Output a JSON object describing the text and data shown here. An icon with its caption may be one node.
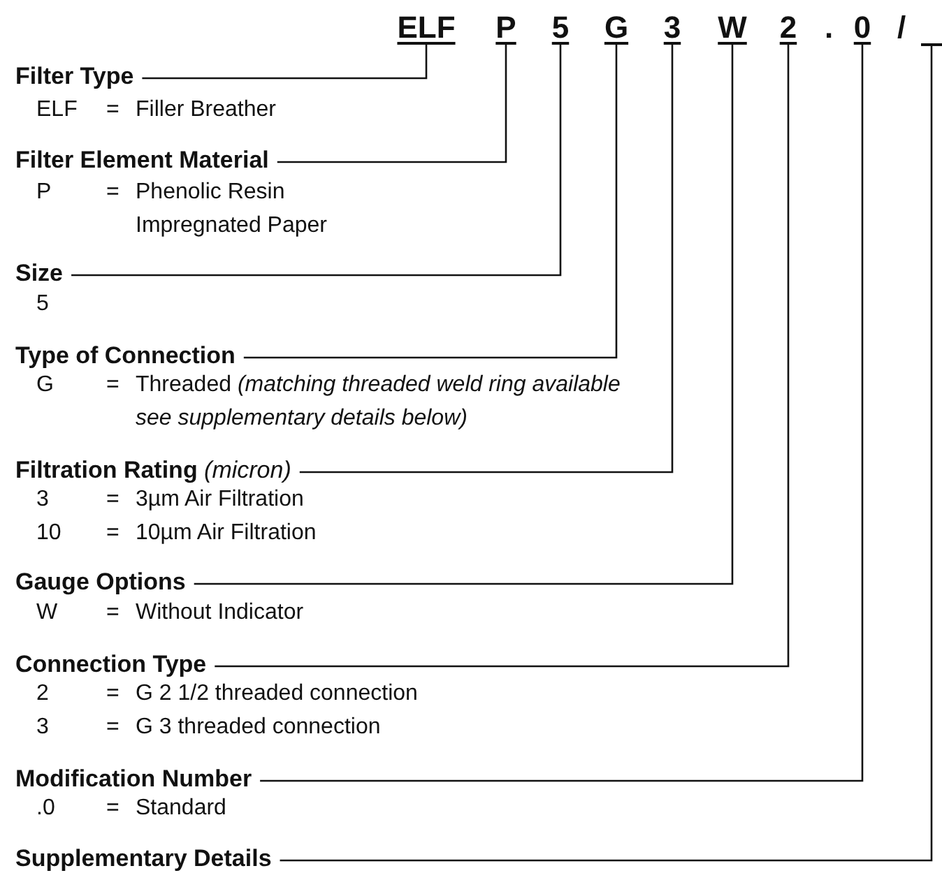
{
  "diagram": {
    "nodes": [
      {
        "text": [
          "ELF"
        ]
      },
      {
        "text": [
          "P"
        ]
      },
      {
        "text": [
          "5"
        ]
      },
      {
        "text": [
          "G"
        ]
      },
      {
        "text": [
          "3"
        ]
      },
      {
        "text": [
          "W"
        ]
      },
      {
        "text": [
          "2"
        ]
      },
      {
        "text": [
          "0"
        ]
      },
      {
        "text": [],
        "shape": "bar"
      },
      {
        "text": [
          "Filter Type"
        ]
      },
      {
        "text": [
          "Filter Element Material"
        ]
      },
      {
        "text": [
          "Size"
        ]
      },
      {
        "text": [
          "Type of Connection"
        ]
      },
      {
        "text": [
          "Filtration Rating *(micron)*"
        ]
      },
      {
        "text": [
          "Gauge Options"
        ]
      },
      {
        "text": [
          "Connection Type"
        ]
      },
      {
        "text": [
          "Modification Number"
        ]
      },
      {
        "text": [
          "Supplementary Details"
        ]
      }
    ],
    "edges": [
      {
        "from": 9,
        "to": 0,
        "arrow": "none"
      },
      {
        "from": 10,
        "to": 1,
        "arrow": "none"
      },
      {
        "from": 11,
        "to": 2,
        "arrow": "none"
      },
      {
        "from": 12,
        "to": 3,
        "arrow": "none"
      },
      {
        "from": 13,
        "to": 4,
        "arrow": "none"
      },
      {
        "from": 14,
        "to": 5,
        "arrow": "none"
      },
      {
        "from": 15,
        "to": 6,
        "arrow": "none"
      },
      {
        "from": 16,
        "to": 7,
        "arrow": "none"
      },
      {
        "from": 17,
        "to": 8,
        "arrow": "none"
      }
    ],
    "labels": [
      ".",
      "/",
      "ELF",
      "=",
      "Filler Breather",
      "P",
      "=",
      "Phenolic Resin Impregnated Paper",
      "5",
      "G",
      "=",
      "Threaded *(matching threaded weld ring available see supplementary details below)*",
      "3",
      "=",
      "3µm Air Filtration",
      "10",
      "=",
      "10µm Air Filtration",
      "W",
      "=",
      "Without Indicator",
      "2",
      "=",
      "G 2 1/2 threaded connection",
      "3",
      "=",
      "G 3 threaded connection",
      ".0",
      "=",
      "Standard"
    ]
  }
}
